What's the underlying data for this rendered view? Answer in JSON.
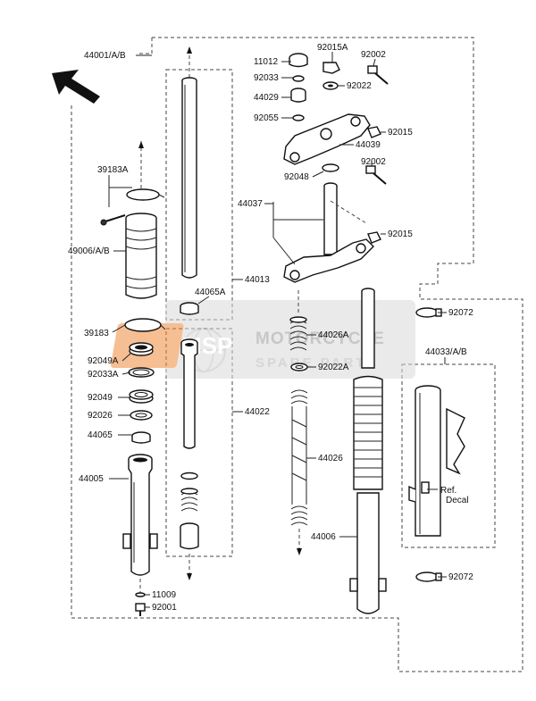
{
  "labels": {
    "p44001": "44001/A/B",
    "p39183A": "39183A",
    "p49006": "49006/A/B",
    "p39183": "39183",
    "p92049A": "92049A",
    "p92033A": "92033A",
    "p92049": "92049",
    "p92026": "92026",
    "p44065": "44065",
    "p44005": "44005",
    "p11009": "11009",
    "p92001": "92001",
    "p44013": "44013",
    "p44065A": "44065A",
    "p44022": "44022",
    "p11012": "11012",
    "p92033": "92033",
    "p44029": "44029",
    "p92055": "92055",
    "p92015A": "92015A",
    "p92022": "92022",
    "p92002a": "92002",
    "p92015a": "92015",
    "p44039": "44039",
    "p92048": "92048",
    "p92002b": "92002",
    "p44037": "44037",
    "p92015b": "92015",
    "p44026A": "44026A",
    "p92022A": "92022A",
    "p44026": "44026",
    "p44006": "44006",
    "p92072a": "92072",
    "p44033": "44033/A/B",
    "ref": "Ref.",
    "decal": "Decal",
    "p92072b": "92072"
  },
  "watermark": {
    "logo_text": "MSP",
    "line1": "MOTORCYCLE",
    "line2": "SPARE PARTS"
  },
  "icons": [
    "direction-arrow-icon",
    "globe-icon"
  ],
  "colors": {
    "line": "#222222",
    "watermark_orange": "#f08a3c",
    "watermark_grey": "#9a9a9a"
  }
}
